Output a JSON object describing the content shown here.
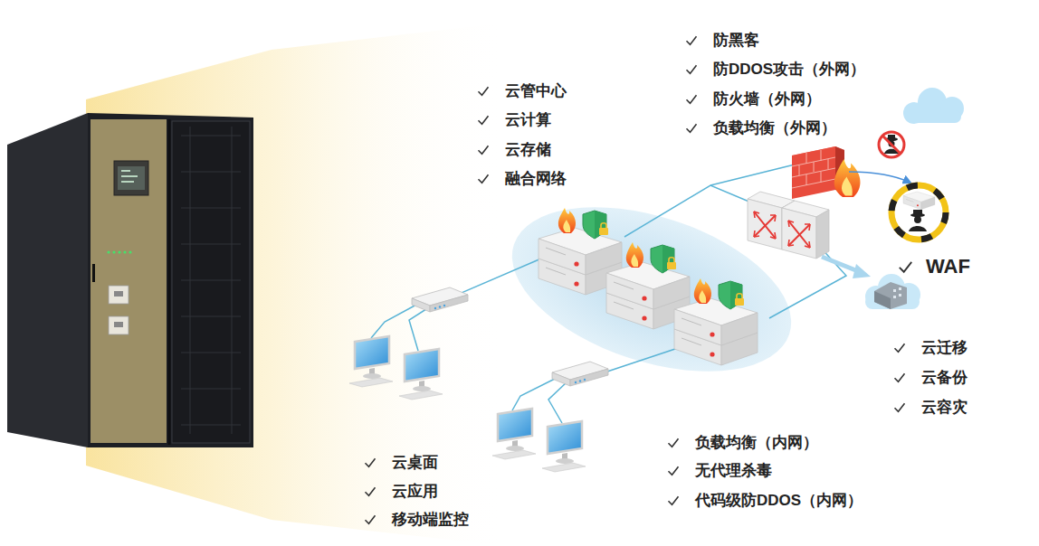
{
  "diagram": {
    "labels": [
      "防黑客",
      "防DDOS攻击（外网）",
      "防火墙（外网）",
      "负载均衡（外网）",
      "云管中心",
      "云计算",
      "云存储",
      "融合网络",
      "WAF",
      "云迁移",
      "云备份",
      "云容灾",
      "负载均衡（内网）",
      "无代理杀毒",
      "代码级防DDOS（内网）",
      "云桌面",
      "云应用",
      "移动端监控"
    ]
  }
}
